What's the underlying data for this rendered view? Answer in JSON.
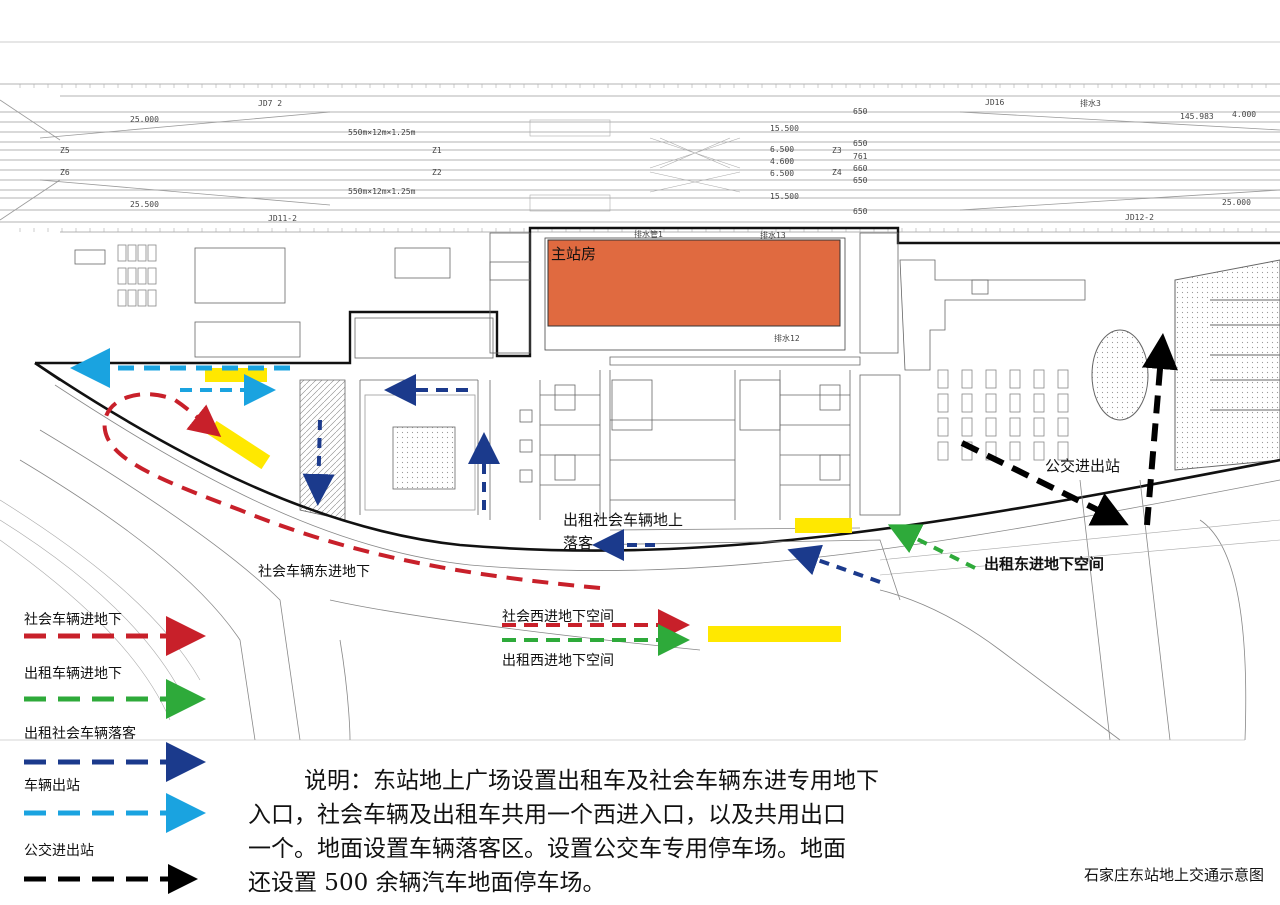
{
  "map": {
    "station_building": "主站房",
    "bus_label": "公交进出站",
    "taxi_social_dropoff": [
      "出租社会车辆地上",
      "落客"
    ],
    "social_east_label": "社会车辆东进地下",
    "taxi_east_label": "出租东进地下空间",
    "social_west_label": "社会西进地下空间",
    "taxi_west_label": "出租西进地下空间"
  },
  "track_annotations": {
    "platform_a": "550m×12m×1.25m",
    "platform_b": "550m×12m×1.25m",
    "dim_15500": "15.500",
    "dim_6500a": "6.500",
    "dim_4600": "4.600",
    "dim_6500b": "6.500",
    "dim_15500b": "15.500",
    "d650a": "650",
    "d650b": "650",
    "d761": "761",
    "d660": "660",
    "d650c": "650",
    "d650d": "650",
    "d25000a": "25.000",
    "d25000b": "25.500",
    "d25000c": "25.000",
    "d145": "145.983",
    "d4000": "4.000",
    "pai_shui3": "排水3",
    "pai_shui_guan": "排水管1",
    "pai_shui13": "排水13",
    "pai_shui12": "排水12",
    "jd16": "JD16",
    "jd112": "JD12-2",
    "jd111": "JD11-2",
    "jd72": "JD7 2",
    "z1": "Z1",
    "z2": "Z2",
    "z3": "Z3",
    "z4": "Z4",
    "z5": "Z5",
    "z6": "Z6"
  },
  "legend": [
    {
      "label": "社会车辆进地下",
      "color": "#c8202a"
    },
    {
      "label": "出租车辆进地下",
      "color": "#2eaa3a"
    },
    {
      "label": "出租社会车辆落客",
      "color": "#1b3a8c"
    },
    {
      "label": "车辆出站",
      "color": "#1aa3e0"
    },
    {
      "label": "公交进出站",
      "color": "#000000"
    }
  ],
  "note": {
    "lines": [
      "说明：东站地上广场设置出租车及社会车辆东进专用地下",
      "入口，社会车辆及出租车共用一个西进入口，以及共用出口",
      "一个。地面设置车辆落客区。设置公交车专用停车场。地面",
      "还设置 500 余辆汽车地面停车场。"
    ]
  },
  "caption": "石家庄东站地上交通示意图",
  "colors": {
    "red": "#c8202a",
    "green": "#2eaa3a",
    "navy": "#1b3a8c",
    "cyan": "#1aa3e0",
    "black": "#000000",
    "yellow": "#ffe800",
    "station": "#e06a40"
  }
}
